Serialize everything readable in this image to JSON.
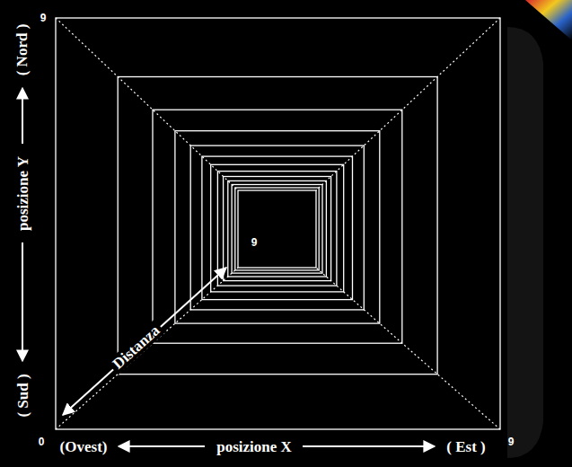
{
  "diagram": {
    "labels": [
      "9",
      "( Nord )",
      "posizione Y",
      "( Sud )",
      "0",
      "(Ovest)",
      "posizione X",
      "( Est )",
      "9",
      "Distanza",
      "9"
    ]
  }
}
